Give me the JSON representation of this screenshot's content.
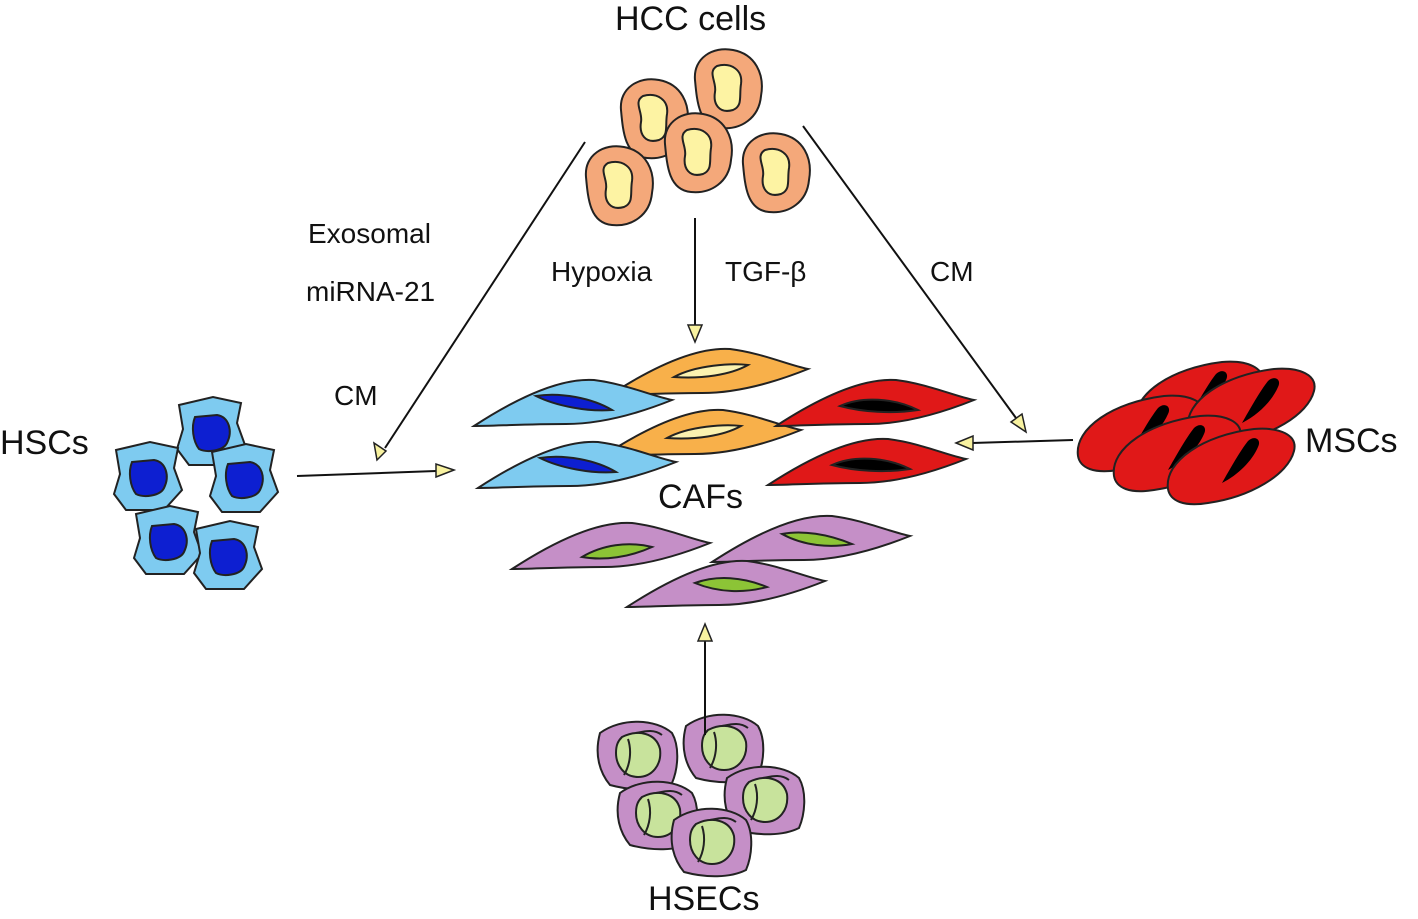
{
  "labels": {
    "hcc": "HCC cells",
    "hscs": "HSCs",
    "mscs": "MSCs",
    "hsecs": "HSECs",
    "cafs": "CAFs",
    "exosomal_line1": "Exosomal",
    "exosomal_line2": "miRNA-21",
    "cm_left": "CM",
    "hypoxia": "Hypoxia",
    "tgfb": "TGF-β",
    "cm_right": "CM"
  },
  "colors": {
    "hcc_body": "#f4a87a",
    "hcc_nucleus": "#fdf3a3",
    "hsc_body": "#7ecbf0",
    "hsc_nucleus": "#0d1fd1",
    "msc_body": "#e01818",
    "msc_nucleus": "#000000",
    "hsec_body": "#c58fc7",
    "hsec_nucleus": "#c8e39c",
    "caf_orange": "#f8b04a",
    "caf_orange_nucleus": "#fbf2b0",
    "caf_purple_nucleus": "#8cc436",
    "arrowhead": "#f8f2a0",
    "line": "#111111"
  },
  "icons": [
    "hcc-cell-icon",
    "hsc-cell-icon",
    "msc-cell-icon",
    "hsec-cell-icon",
    "caf-cell-icon",
    "arrow-icon"
  ]
}
